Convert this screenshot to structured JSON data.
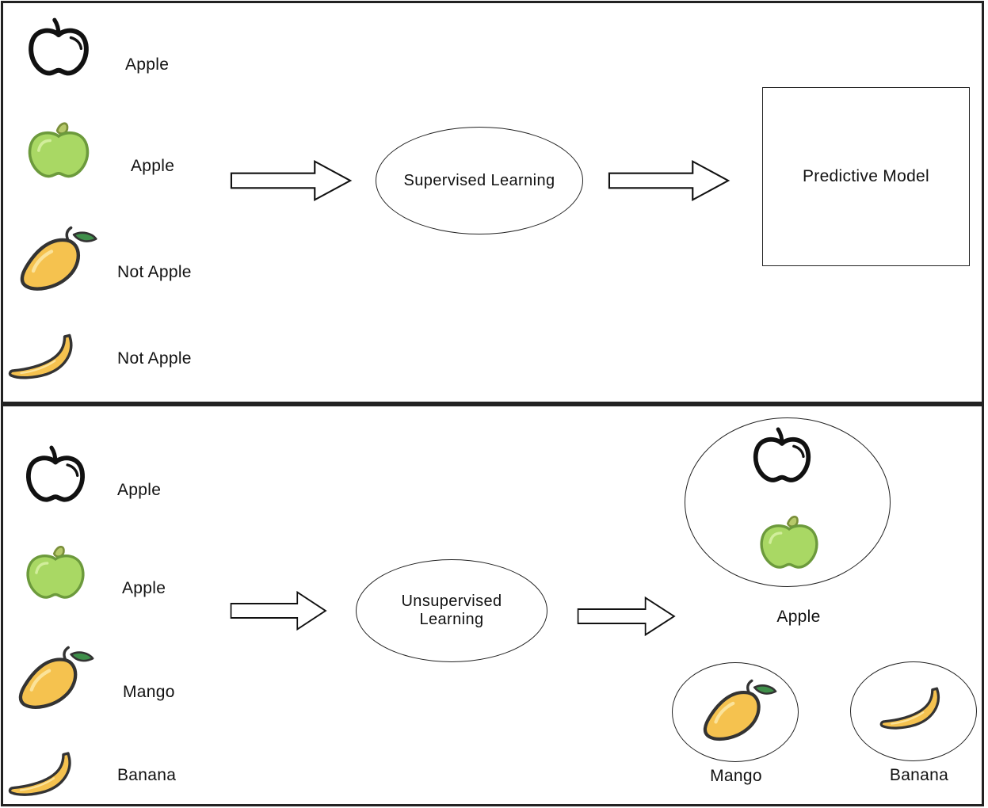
{
  "supervised": {
    "items": [
      {
        "icon": "apple-outline-icon",
        "label": "Apple"
      },
      {
        "icon": "green-apple-icon",
        "label": "Apple"
      },
      {
        "icon": "mango-icon",
        "label": "Not Apple"
      },
      {
        "icon": "banana-icon",
        "label": "Not Apple"
      }
    ],
    "process_label": "Supervised Learning",
    "output_label": "Predictive Model"
  },
  "unsupervised": {
    "items": [
      {
        "icon": "apple-outline-icon",
        "label": "Apple"
      },
      {
        "icon": "green-apple-icon",
        "label": "Apple"
      },
      {
        "icon": "mango-icon",
        "label": "Mango"
      },
      {
        "icon": "banana-icon",
        "label": "Banana"
      }
    ],
    "process_label_line1": "Unsupervised",
    "process_label_line2": "Learning",
    "clusters": [
      {
        "label": "Apple"
      },
      {
        "label": "Mango"
      },
      {
        "label": "Banana"
      }
    ]
  },
  "colors": {
    "stroke": "#222222",
    "apple_green": "#a9d864",
    "apple_green_dark": "#6c9a3c",
    "mango_yellow": "#f5c24f",
    "leaf_green": "#3f8f4a"
  }
}
